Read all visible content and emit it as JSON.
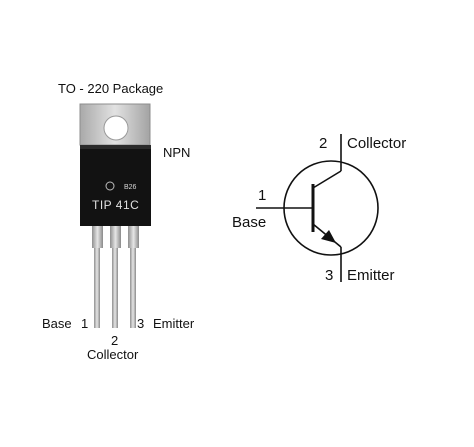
{
  "package": {
    "title": "TO - 220 Package",
    "type_label": "NPN",
    "marking_code": "B26",
    "part_number": "TIP 41C",
    "pins": {
      "base": "Base",
      "base_num": "1",
      "collector": "Collector",
      "collector_num": "2",
      "emitter": "Emitter",
      "emitter_num": "3"
    }
  },
  "symbol": {
    "collector_num": "2",
    "collector_label": "Collector",
    "base_num": "1",
    "base_label": "Base",
    "emitter_num": "3",
    "emitter_label": "Emitter"
  },
  "colors": {
    "tab_metal": "#c9c9c9",
    "body_black": "#121212",
    "lead_metal": "#bdbdbd",
    "marking_text": "#d8d8d8",
    "line": "#111111"
  }
}
